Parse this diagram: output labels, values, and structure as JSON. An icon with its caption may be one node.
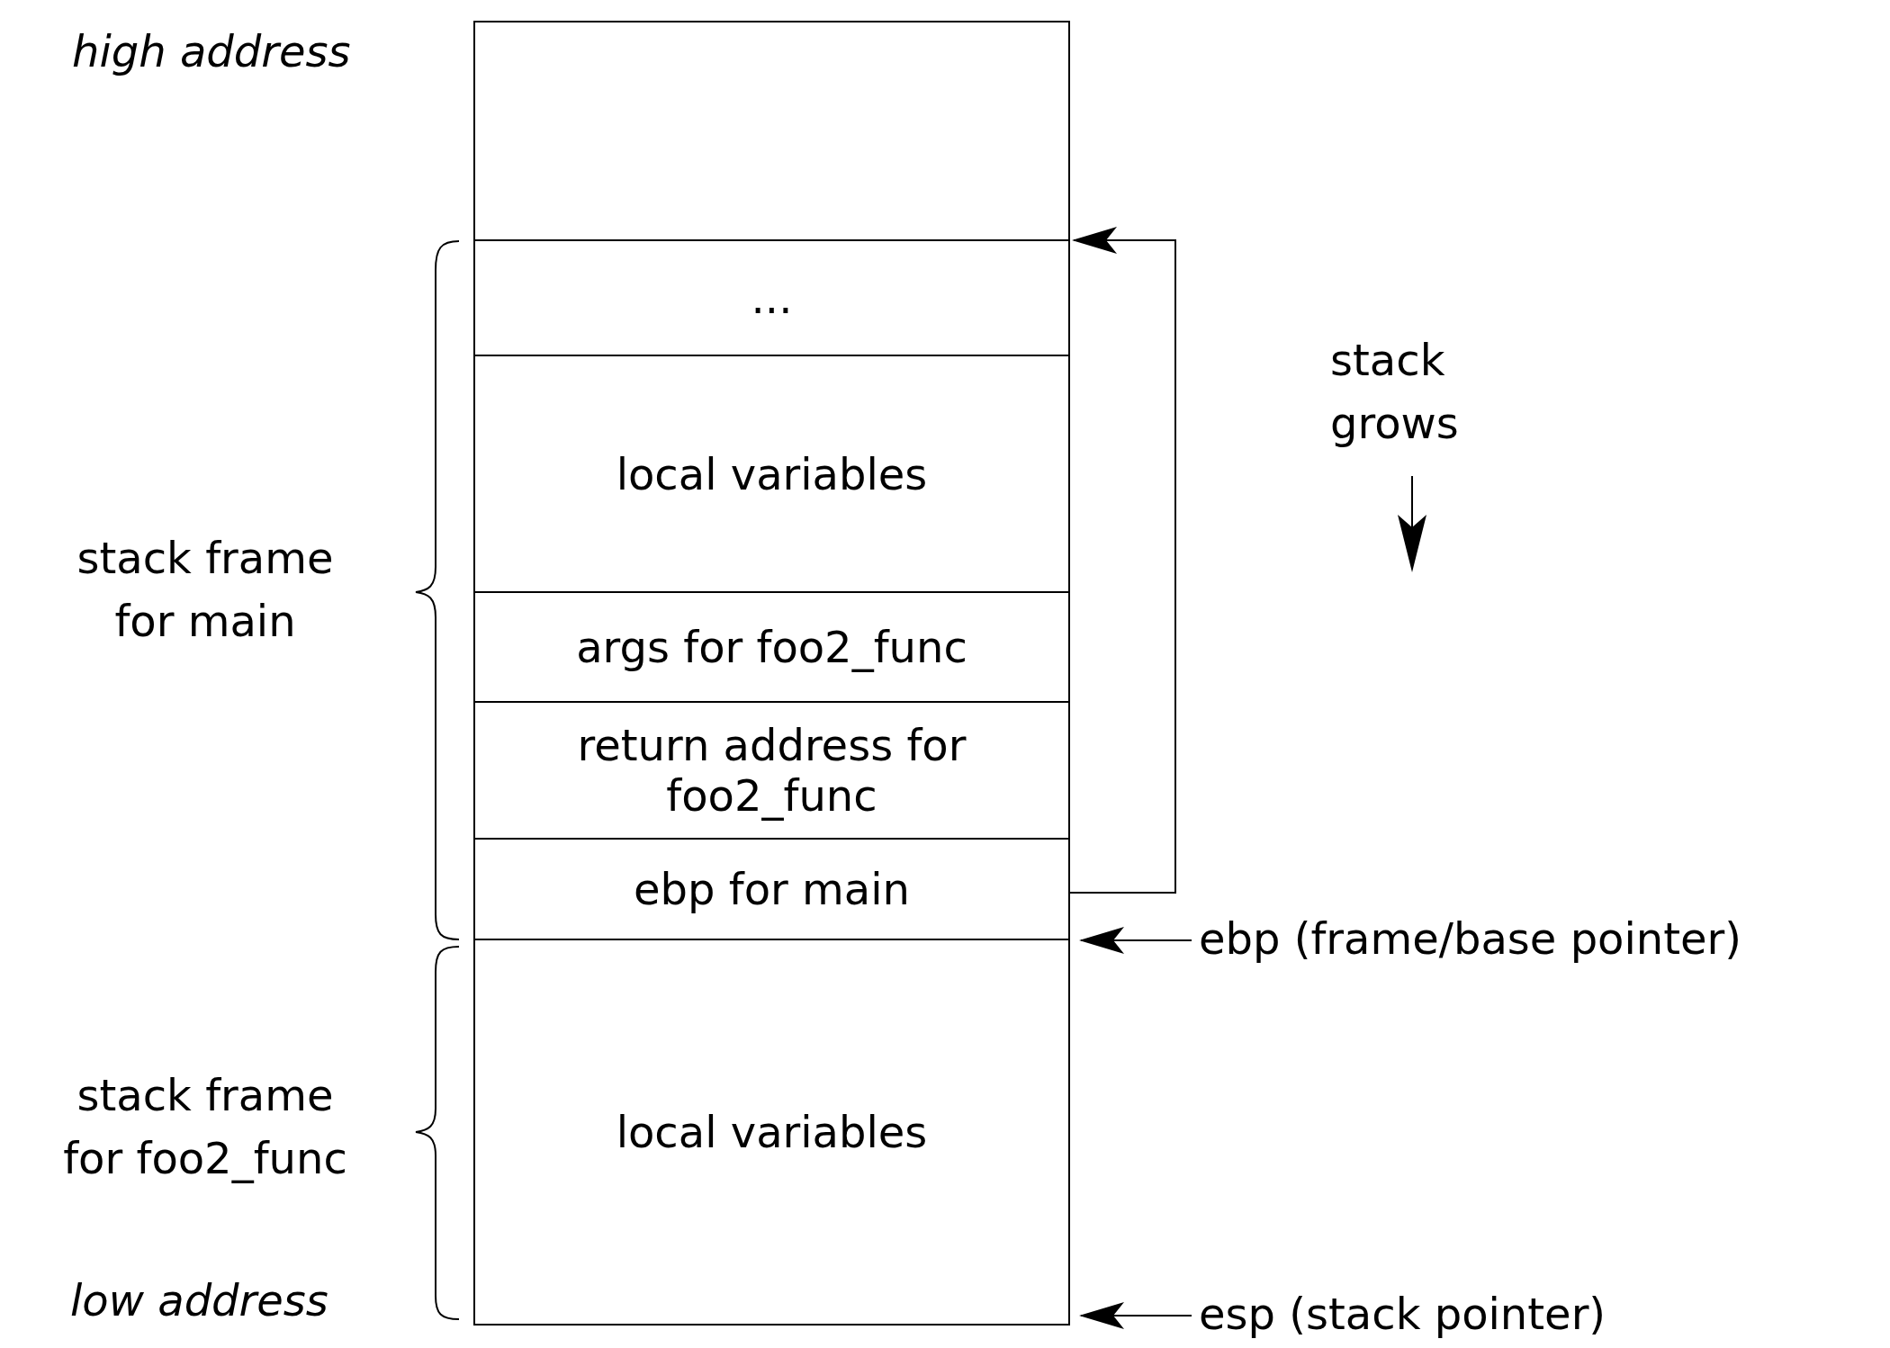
{
  "diagram": {
    "nodes": [
      {
        "text": [],
        "shape": "box"
      },
      {
        "text": [
          "..."
        ]
      },
      {
        "text": [
          "local variables"
        ]
      },
      {
        "text": [
          "args for foo2_func"
        ]
      },
      {
        "text": [
          "return address for foo2_func"
        ]
      },
      {
        "text": [
          "ebp for main"
        ]
      },
      {
        "text": [
          "local variables"
        ]
      },
      {
        "text": [
          "ebp (frame/base pointer)"
        ]
      },
      {
        "text": [
          "esp (stack pointer)"
        ]
      }
    ],
    "edges": [
      {
        "from": 5,
        "to": 1,
        "arrow": "to"
      },
      {
        "from": 7,
        "to": 6,
        "arrow": "to"
      },
      {
        "from": 8,
        "to": 6,
        "arrow": "to"
      }
    ],
    "labels": [
      "high address",
      "stack frame for main",
      "stack grows",
      "stack frame for foo2_func",
      "low address"
    ]
  }
}
